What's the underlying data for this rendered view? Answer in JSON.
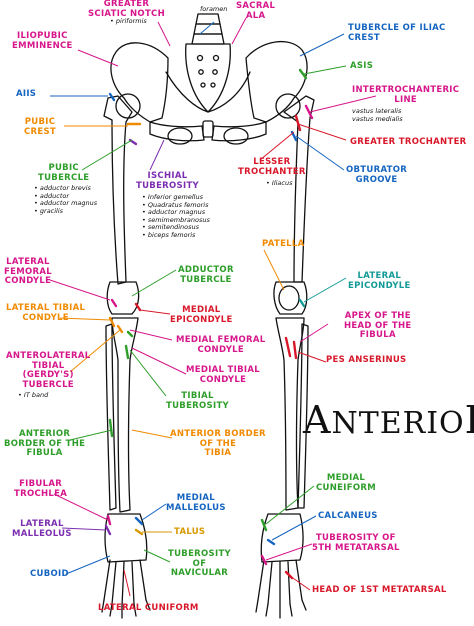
{
  "title": {
    "big1": "A",
    "small": "NTERIO",
    "big2": "R"
  },
  "labels": {
    "greater_sciatic_notch": "GREATER\nSCIATIC NOTCH",
    "piriformis": "• piriformis",
    "foramen": "foramen",
    "sacral_ala": "SACRAL\nALA",
    "tubercle_iliac_crest": "TUBERCLE OF ILIAC\nCREST",
    "iliopubic_eminence": "ILIOPUBIC\nEMMINENCE",
    "asis": "ASIS",
    "aiis": "AIIS",
    "intertrochanteric_line": "INTERTROCHANTERIC\nLINE",
    "intertrochanteric_notes": "vastus lateralis\nvastus medialis",
    "pubic_crest": "PUBIC\nCREST",
    "greater_trochanter": "GREATER TROCHANTER",
    "pubic_tubercle": "PUBIC\nTUBERCLE",
    "pubic_tubercle_notes": "• adductor brevis\n• adductor\n• adductor magnus\n• gracilis",
    "ischial_tuberosity": "ISCHIAL\nTUBEROSITY",
    "ischial_notes": "• Inferior gemellus\n• Quadratus femoris\n• adductor magnus\n• semimembranosus\n• semitendinosus\n• biceps femoris",
    "lesser_trochanter": "LESSER\nTROCHANTER",
    "lesser_notes": "• Iliacus",
    "obturator_groove": "OBTURATOR\nGROOVE",
    "patella": "PATELLA",
    "lateral_femoral_condyle": "LATERAL\nFEMORAL\nCONDYLE",
    "adductor_tubercle": "ADDUCTOR\nTUBERCLE",
    "lateral_epicondyle": "LATERAL\nEPICONDYLE",
    "lateral_tibial_condyle": "LATERAL TIBIAL\nCONDYLE",
    "medial_epicondyle": "MEDIAL\nEPICONDYLE",
    "apex_head_fibula": "APEX OF THE\nHEAD OF THE\nFIBULA",
    "medial_femoral_condyle": "MEDIAL FEMORAL\nCONDYLE",
    "anterolateral_tibial": "ANTEROLATERAL\nTIBIAL\n(GERDY'S)\nTUBERCLE",
    "it_band": "• IT band",
    "medial_tibial_condyle": "MEDIAL TIBIAL\nCONDYLE",
    "pes_anserinus": "PES ANSERINUS",
    "tibial_tuberosity": "TIBIAL\nTUBEROSITY",
    "anterior_border_fibula": "ANTERIOR\nBORDER OF THE\nFIBULA",
    "anterior_border_tibia": "ANTERIOR BORDER\nOF THE\nTIBIA",
    "medial_cuneiform": "MEDIAL\nCUNEIFORM",
    "fibular_trochlea": "FIBULAR\nTROCHLEA",
    "medial_malleolus": "MEDIAL\nMALLEOLUS",
    "calcaneus": "CALCANEUS",
    "lateral_malleolus": "LATERAL\nMALLEOLUS",
    "talus": "TALUS",
    "tuberosity_5th": "TUBEROSITY OF\n5TH METATARSAL",
    "cuboid": "CUBOID",
    "tuberosity_navicular": "TUBEROSITY\nOF\nNAVICULAR",
    "head_1st_metatarsal": "HEAD OF 1ST METATARSAL",
    "lateral_cuniform": "LATERAL CUNIFORM"
  },
  "colors": {
    "magenta": "#d6168a",
    "blue": "#1565c0",
    "green": "#2e9e2a",
    "orange": "#f08a00",
    "red": "#d8182a",
    "purple": "#7b2fb0",
    "teal": "#129a96",
    "gold": "#d79a00",
    "bone": "#111111"
  }
}
